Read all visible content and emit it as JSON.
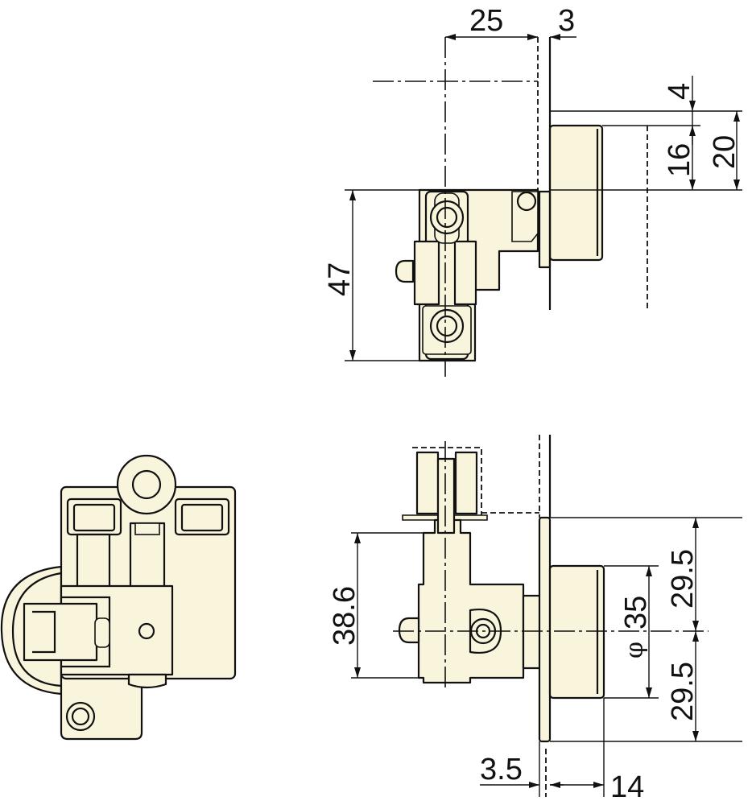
{
  "dimensions": {
    "top_view": {
      "offset_width": "25",
      "plate_thickness": "3",
      "top_gap": "4",
      "inner_height": "16",
      "outer_height": "20",
      "body_height": "47"
    },
    "front_view": {
      "body_height": "38.6",
      "upper_half": "29.5",
      "lower_half": "29.5",
      "diameter_symbol": "φ",
      "diameter": "35",
      "flange_thickness": "3.5",
      "cylinder_depth": "14"
    }
  }
}
